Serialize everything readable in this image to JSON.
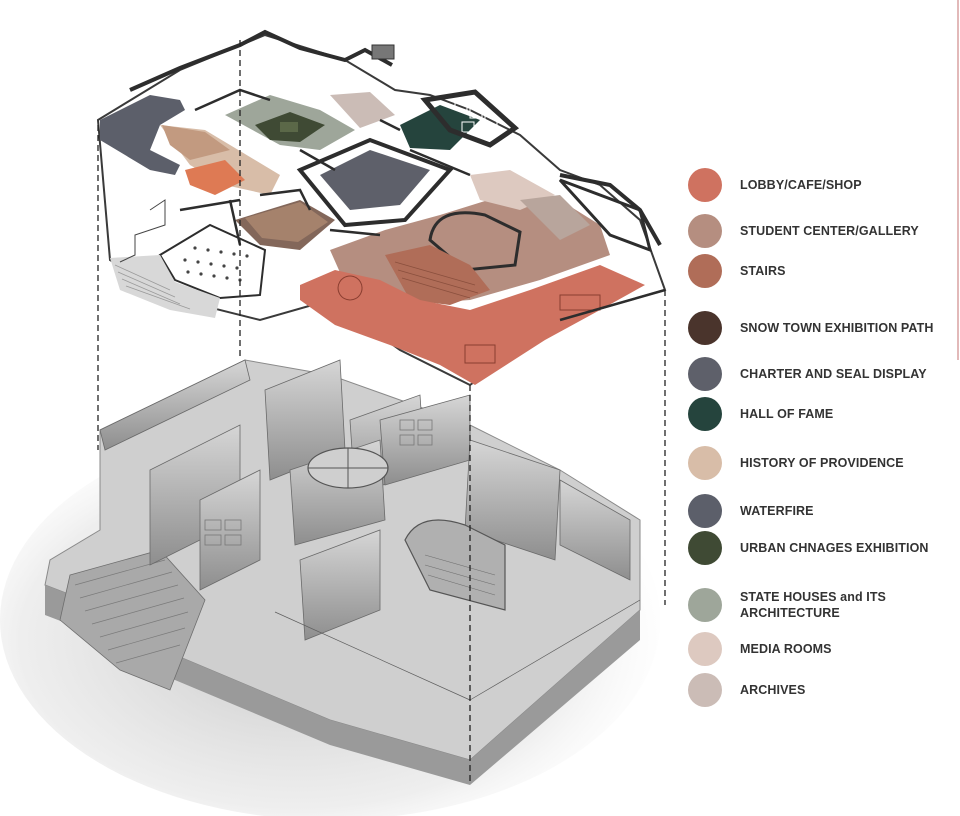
{
  "legend": [
    {
      "label": "LOBBY/CAFE/SHOP",
      "color": "#cf7260"
    },
    {
      "label": "STUDENT CENTER/GALLERY",
      "color": "#b58e80"
    },
    {
      "label": "STAIRS",
      "color": "#b06d58"
    },
    {
      "label": "SNOW TOWN EXHIBITION PATH",
      "color": "#4a342c"
    },
    {
      "label": "CHARTER AND SEAL DISPLAY",
      "color": "#5e606a"
    },
    {
      "label": "HALL OF FAME",
      "color": "#25443d"
    },
    {
      "label": "HISTORY OF PROVIDENCE",
      "color": "#d8bda8"
    },
    {
      "label": "WATERFIRE",
      "color": "#5c5f6a"
    },
    {
      "label": "URBAN CHNAGES EXHIBITION",
      "color": "#3f4a34"
    },
    {
      "label": "STATE HOUSES and ITS ARCHITECTURE",
      "color": "#9ea69a"
    },
    {
      "label": "MEDIA ROOMS",
      "color": "#ddc9c0"
    },
    {
      "label": "ARCHIVES",
      "color": "#cbbcb6"
    }
  ]
}
